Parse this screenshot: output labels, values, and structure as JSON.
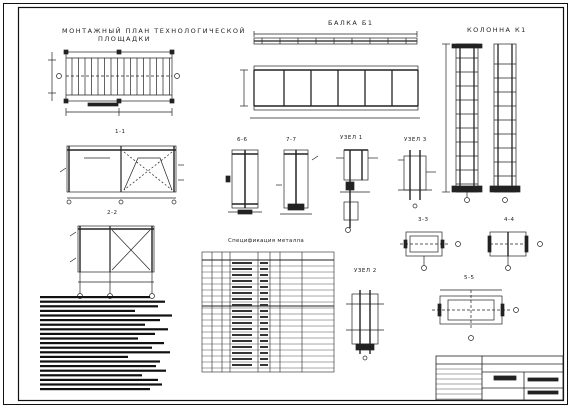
{
  "titles": {
    "plan_line1": "МОНТАЖНЫЙ ПЛАН ТЕХНОЛОГИЧЕСКОЙ",
    "plan_line2": "ПЛОЩАДКИ",
    "beam": "БАЛКА Б1",
    "column": "КОЛОННА К1",
    "section_1_1": "1-1",
    "section_2_2": "2-2",
    "section_6_6": "6-6",
    "section_7_7": "7-7",
    "node_1": "УЗЕЛ 1",
    "node_3": "УЗЕЛ 3",
    "node_2": "УЗЕЛ 2",
    "section_3_3": "3-3",
    "section_4_4": "4-4",
    "section_5_5": "5-5",
    "spec": "Спецификация металла"
  },
  "colors": {
    "ink": "#1a1a1a",
    "paper": "#ffffff",
    "hatch": "#111111"
  }
}
